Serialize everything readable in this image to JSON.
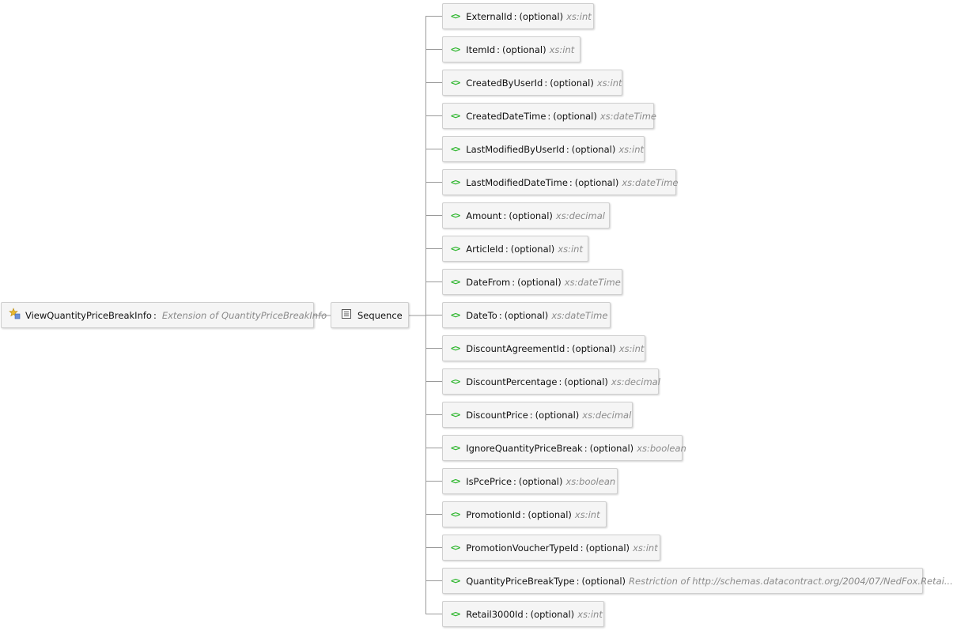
{
  "root": {
    "name": "ViewQuantityPriceBreakInfo",
    "separator": ":",
    "extension_label": "Extension of",
    "base_type": "QuantityPriceBreakInfo",
    "icon": "complex-type-icon"
  },
  "sequence": {
    "label": "Sequence",
    "icon": "sequence-icon"
  },
  "element_icon": "<>",
  "elements": [
    {
      "name": "ExternalId",
      "qualifier": "(optional)",
      "type": "xs:int"
    },
    {
      "name": "ItemId",
      "qualifier": "(optional)",
      "type": "xs:int"
    },
    {
      "name": "CreatedByUserId",
      "qualifier": "(optional)",
      "type": "xs:int"
    },
    {
      "name": "CreatedDateTime",
      "qualifier": "(optional)",
      "type": "xs:dateTime"
    },
    {
      "name": "LastModifiedByUserId",
      "qualifier": "(optional)",
      "type": "xs:int"
    },
    {
      "name": "LastModifiedDateTime",
      "qualifier": "(optional)",
      "type": "xs:dateTime"
    },
    {
      "name": "Amount",
      "qualifier": "(optional)",
      "type": "xs:decimal"
    },
    {
      "name": "ArticleId",
      "qualifier": "(optional)",
      "type": "xs:int"
    },
    {
      "name": "DateFrom",
      "qualifier": "(optional)",
      "type": "xs:dateTime"
    },
    {
      "name": "DateTo",
      "qualifier": "(optional)",
      "type": "xs:dateTime"
    },
    {
      "name": "DiscountAgreementId",
      "qualifier": "(optional)",
      "type": "xs:int"
    },
    {
      "name": "DiscountPercentage",
      "qualifier": "(optional)",
      "type": "xs:decimal"
    },
    {
      "name": "DiscountPrice",
      "qualifier": "(optional)",
      "type": "xs:decimal"
    },
    {
      "name": "IgnoreQuantityPriceBreak",
      "qualifier": "(optional)",
      "type": "xs:boolean"
    },
    {
      "name": "IsPcePrice",
      "qualifier": "(optional)",
      "type": "xs:boolean"
    },
    {
      "name": "PromotionId",
      "qualifier": "(optional)",
      "type": "xs:int"
    },
    {
      "name": "PromotionVoucherTypeId",
      "qualifier": "(optional)",
      "type": "xs:int"
    },
    {
      "name": "QuantityPriceBreakType",
      "qualifier": "(optional)",
      "type": "Restriction of http://schemas.datacontract.org/2004/07/NedFox.Retai..."
    },
    {
      "name": "Retail3000Id",
      "qualifier": "(optional)",
      "type": "xs:int"
    }
  ],
  "colors": {
    "element_icon": "#2bb52b",
    "type_text": "#8a8a8a",
    "connector": "#9a9a9a"
  }
}
